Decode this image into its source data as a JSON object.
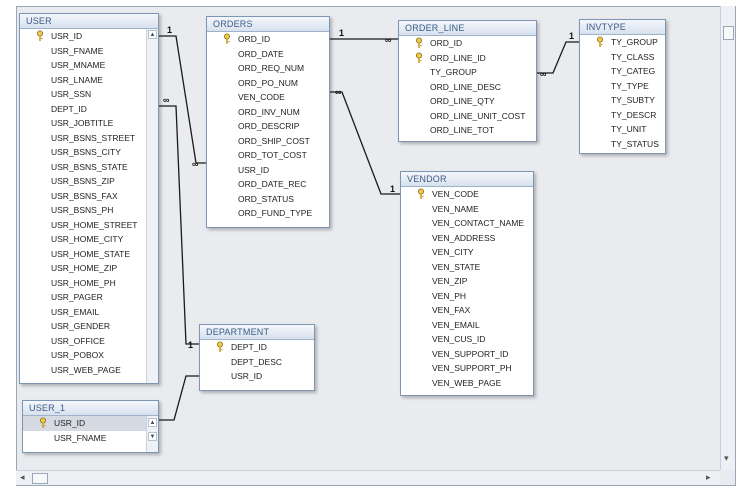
{
  "tables": {
    "user": {
      "title": "USER",
      "fields": [
        "USR_ID",
        "USR_FNAME",
        "USR_MNAME",
        "USR_LNAME",
        "USR_SSN",
        "DEPT_ID",
        "USR_JOBTITLE",
        "USR_BSNS_STREET",
        "USR_BSNS_CITY",
        "USR_BSNS_STATE",
        "USR_BSNS_ZIP",
        "USR_BSNS_FAX",
        "USR_BSNS_PH",
        "USR_HOME_STREET",
        "USR_HOME_CITY",
        "USR_HOME_STATE",
        "USR_HOME_ZIP",
        "USR_HOME_PH",
        "USR_PAGER",
        "USR_EMAIL",
        "USR_GENDER",
        "USR_OFFICE",
        "USR_POBOX",
        "USR_WEB_PAGE"
      ]
    },
    "orders": {
      "title": "ORDERS",
      "fields": [
        "ORD_ID",
        "ORD_DATE",
        "ORD_REQ_NUM",
        "ORD_PO_NUM",
        "VEN_CODE",
        "ORD_INV_NUM",
        "ORD_DESCRIP",
        "ORD_SHIP_COST",
        "ORD_TOT_COST",
        "USR_ID",
        "ORD_DATE_REC",
        "ORD_STATUS",
        "ORD_FUND_TYPE"
      ]
    },
    "order_line": {
      "title": "ORDER_LINE",
      "fields": [
        "ORD_ID",
        "ORD_LINE_ID",
        "TY_GROUP",
        "ORD_LINE_DESC",
        "ORD_LINE_QTY",
        "ORD_LINE_UNIT_COST",
        "ORD_LINE_TOT"
      ]
    },
    "invtype": {
      "title": "INVTYPE",
      "fields": [
        "TY_GROUP",
        "TY_CLASS",
        "TY_CATEG",
        "TY_TYPE",
        "TY_SUBTY",
        "TY_DESCR",
        "TY_UNIT",
        "TY_STATUS"
      ]
    },
    "vendor": {
      "title": "VENDOR",
      "fields": [
        "VEN_CODE",
        "VEN_NAME",
        "VEN_CONTACT_NAME",
        "VEN_ADDRESS",
        "VEN_CITY",
        "VEN_STATE",
        "VEN_ZIP",
        "VEN_PH",
        "VEN_FAX",
        "VEN_EMAIL",
        "VEN_CUS_ID",
        "VEN_SUPPORT_ID",
        "VEN_SUPPORT_PH",
        "VEN_WEB_PAGE"
      ]
    },
    "department": {
      "title": "DEPARTMENT",
      "fields": [
        "DEPT_ID",
        "DEPT_DESC",
        "USR_ID"
      ]
    },
    "user_1": {
      "title": "USER_1",
      "fields": [
        "USR_ID",
        "USR_FNAME"
      ]
    }
  },
  "relationships": {
    "one": "1",
    "many": "∞"
  },
  "colors": {
    "line": "#1a1a1a",
    "title_text": "#3b5a86",
    "border": "#7e95b4"
  },
  "icons": {
    "key": "key-icon"
  }
}
